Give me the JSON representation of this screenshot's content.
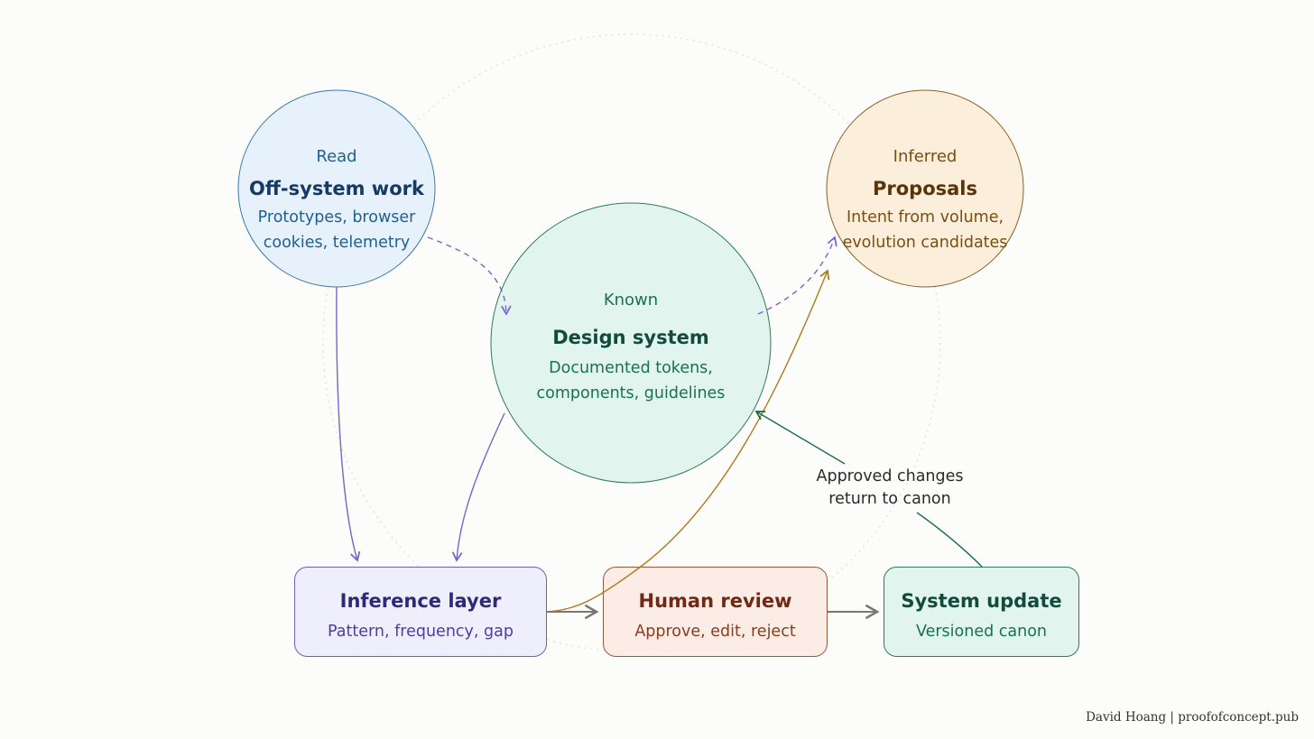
{
  "nodes": {
    "off_system": {
      "kicker": "Read",
      "title": "Off-system work",
      "desc_line1": "Prototypes, browser",
      "desc_line2": "cookies, telemetry"
    },
    "design_system": {
      "kicker": "Known",
      "title": "Design system",
      "desc_line1": "Documented tokens,",
      "desc_line2": "components, guidelines"
    },
    "proposals": {
      "kicker": "Inferred",
      "title": "Proposals",
      "desc_line1": "Intent from volume,",
      "desc_line2": "evolution candidates"
    },
    "inference_layer": {
      "title": "Inference layer",
      "desc": "Pattern, frequency, gap"
    },
    "human_review": {
      "title": "Human review",
      "desc": "Approve, edit, reject"
    },
    "system_update": {
      "title": "System update",
      "desc": "Versioned canon"
    }
  },
  "edge_label": {
    "line1": "Approved changes",
    "line2": "return to canon"
  },
  "credit": "David Hoang | proofofconcept.pub",
  "colors": {
    "blue_fill": "#e6f1fb",
    "blue_stroke": "#3c78aa",
    "green_fill": "#e1f5ee",
    "green_stroke": "#2f7a5e",
    "amber_fill": "#fbefdb",
    "amber_stroke": "#8a6020",
    "purple_fill": "#efeefc",
    "purple_stroke": "#6a60c0",
    "rust_fill": "#fbece6",
    "rust_stroke": "#a0583a",
    "purple_arrow": "#7466cc",
    "amber_arrow": "#b07818",
    "green_arrow": "#1a6b4e",
    "gray_arrow": "#777777"
  }
}
